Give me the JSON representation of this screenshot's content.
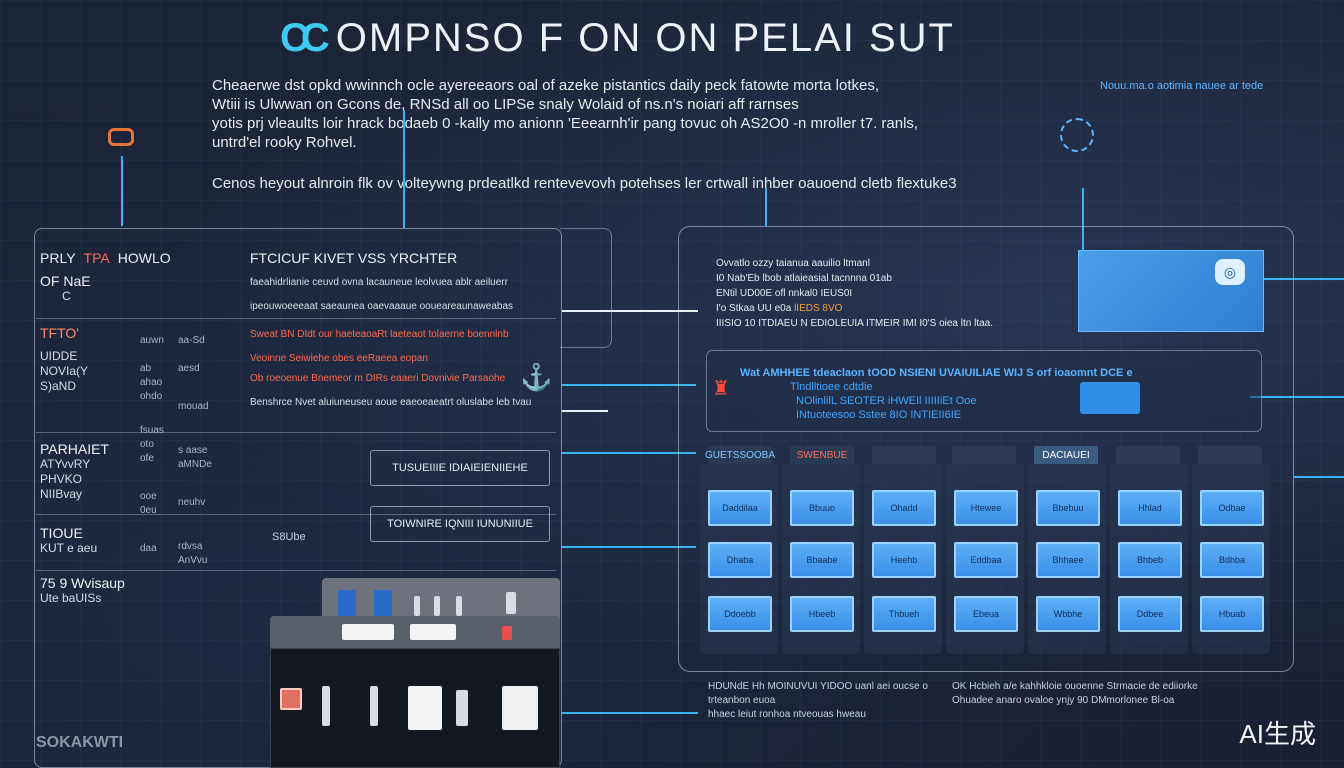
{
  "app": {
    "title": "OMPNSO  F ON ON PELAI SUT",
    "brand_small": "SOKAKWTI",
    "ai_badge": "AI生成"
  },
  "intro": {
    "line1": "Cheaerwe dst opkd wwinnch  ocle ayereeaors oal of azeke pistantics daily peck  fatowte  morta lotkes,",
    "line2": "Wtiii is Ulwwan  on Gcons de, RNSd all oo LIPSe snaly  Wolaid of ns.n's  noiari aff   rarnses",
    "line3": "yotis prj vleaults loir hrack bodaeb 0 -kally mo anionn 'Eeearnh'ir pang tovuc oh  AS2O0  -n mroller t7. ranls,",
    "line4": "untrd'el  rooky                                                                                        Rohvel.",
    "line5": "Cenos heyout alnroin flk  ov volteywng prdeatlkd rentevevovh potehses ler crtwall inhber oauoend cletb flextuke3",
    "right_note": "Nouu.ma.o aotimia nauee ar tede"
  },
  "left_panel": {
    "header": {
      "a": "PRLY",
      "b": "TPA",
      "c": "HOWLO"
    },
    "title": "FTCICUF KIVET VSS YRCHTER",
    "sections": [
      {
        "head": "OF NaE",
        "lines": [
          "OF  NaE",
          "C"
        ]
      },
      {
        "head": "TFTO'",
        "lines": [
          "UIDDE",
          "NOVIa(Y",
          "S)aND"
        ]
      },
      {
        "head": "PARHAIET",
        "lines": [
          "ATYvvRY",
          "PHVKO",
          "NIIBvay"
        ]
      },
      {
        "head": "TIOUE",
        "lines": [
          "KUT e aeu"
        ]
      },
      {
        "head": "75 9 Wvisaup",
        "lines": [
          "Ute  baUISs"
        ]
      }
    ],
    "col_a": [
      "auwn",
      "ab",
      "ahao",
      "ohdo",
      "fsuas",
      "oto",
      "ofe",
      "ooe",
      "0eu",
      "daa"
    ],
    "col_b": [
      "aa-Sd",
      "aesd",
      "mouad",
      "s aase",
      "aMNDe",
      "neuhv",
      "rdvsa",
      "AnVvu"
    ],
    "text_rows": [
      "faeahidrlianie  ceuvd  ovna  lacauneue leolvuea ablr aeiluerr",
      "ipeouwoeeeaat  saeaunea oaevaaaue   ooueareaunaweabas"
    ],
    "red_rows": [
      "Sweat BN DIdt our haeteaoaRt  laeteaot   tolaerne  boennlnb",
      "Veoinne  Seiwiehe  obes eeRaeea eopan",
      "Ob  roeoenue Bnemeor m DIRs  eaaeri Dovnivie  Parsaohe"
    ],
    "white_row": "Benshrce  Nvet aluiuneuseu  aoue eaeoeaeatrt  oluslabe leb tvau",
    "box1": "TUSUEIIIE  IDIAIEIENIIEHE",
    "box2": "TOIWNIRE   IQNIII   IUNUNIIUE",
    "aside": "S8Ube"
  },
  "right_panel": {
    "info": [
      "Ovvatlo  ozzy  taianua  aauilio ltmanl",
      "I0 Nab'Eb lbob  atlaieasial tacnnna 01ab",
      "ENtil  UD00E  ofl  nnkal0  IEUS0I",
      "I'o Stkaa   UU  e0a"
    ],
    "info_orange": "lIEDS 8VO",
    "info_last": "IIISIO 10  ITDIAEU N  EDIOLEUIA  ITMEIR IMI I0'S  oiea ltn ltaa.",
    "banner": [
      "Wat AMHHEE  tdeaclaon  tOOD  NSIENI   UVAIUILIAE  WIJ S  orf ioaomnt DCE e",
      "Tlndlltioee  cdtdie",
      "NOlinlilL  SEOTER  iHWEIl IIIIIiEt Ooe",
      "INtuoteesoo  Sstee  8IO  INTIEII6IE"
    ],
    "tabs": [
      {
        "label": "GUETSSOOBA",
        "color": "#7fc8ff"
      },
      {
        "label": "SWENBUE",
        "color": "#ff6a5a"
      },
      {
        "label": "",
        "color": "#c8d2e2"
      },
      {
        "label": "",
        "color": "#c8d2e2"
      },
      {
        "label": "DACIAUEI",
        "color": "#ffffff"
      },
      {
        "label": "",
        "color": "#c8d2e2"
      },
      {
        "label": "",
        "color": "#c8d2e2"
      }
    ],
    "tiles": [
      [
        "Daddilaa",
        "Bbuuo",
        "Ohadd",
        "Htewee",
        "Bbebuu",
        "Hhlad",
        "Odbae"
      ],
      [
        "Dhaba",
        "Bbaabe",
        "Heehb",
        "Eddbaa",
        "Bhhaee",
        "Bhbeb",
        "Bdhba"
      ],
      [
        "Ddoebb",
        "Hbeeb",
        "Thbueh",
        "Ebeua",
        "Wbbhe",
        "Ddbee",
        "Hbuab"
      ]
    ],
    "footer_left": [
      "HDUNdE  Hh MOINUVUI  YIDOO   uanl aei  oucse  o  trteanbon  euoa",
      "hhaec  leiut  ronhoa  ntveouas hweau"
    ],
    "footer_right": [
      "OK  Hcbieh a/e kahhkloie  ouoenne  Strmacie de  ediiorke",
      "Ohuadee anaro ovaloe ynjy 90  DMmorlonee  Bl-oa"
    ]
  },
  "colors": {
    "accent_blue": "#3ab4f0",
    "tile_blue": "#4a9ee8",
    "accent_red": "#ff6a5a",
    "accent_orange": "#e8743a"
  }
}
